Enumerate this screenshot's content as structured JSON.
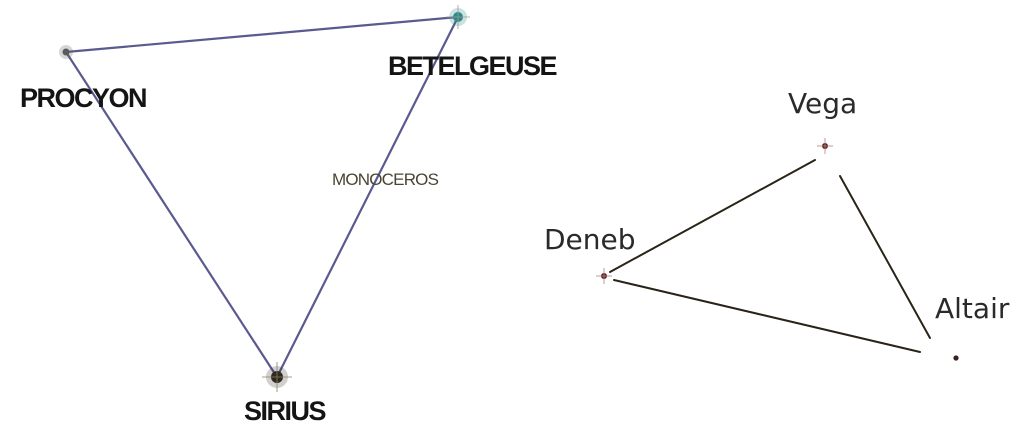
{
  "diagrams": {
    "winter_triangle": {
      "line_color": "#5a5a90",
      "stars": {
        "betelgeuse": {
          "name": "BETELGEUSE",
          "color": "#2e8a86"
        },
        "procyon": {
          "name": "PROCYON",
          "color": "#5a5a5a"
        },
        "sirius": {
          "name": "SIRIUS",
          "color": "#2f2a20"
        }
      },
      "region_label": "MONOCEROS"
    },
    "summer_triangle": {
      "line_color": "#2a2418",
      "stars": {
        "vega": {
          "name": "Vega",
          "color": "#5a2020"
        },
        "deneb": {
          "name": "Deneb",
          "color": "#5a2020"
        },
        "altair": {
          "name": "Altair",
          "color": "#3a2020"
        }
      }
    }
  }
}
